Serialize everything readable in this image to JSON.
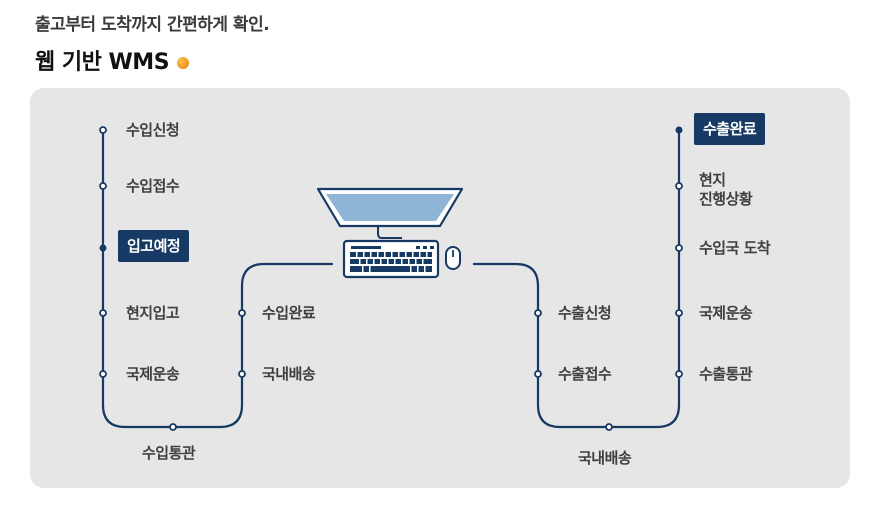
{
  "header": {
    "subtitle": "출고부터 도착까지 간편하게 확인.",
    "title": "웹 기반 WMS"
  },
  "import_flow": {
    "main_column": [
      "수입신청",
      "수입접수",
      "입고예정",
      "현지입고",
      "국제운송"
    ],
    "highlighted": "입고예정",
    "bottom": "수입통관",
    "second_column": [
      "수입완료",
      "국내배송"
    ]
  },
  "export_flow": {
    "left_column": [
      "수출신청",
      "수출접수"
    ],
    "bottom": "국내배송",
    "right_column": [
      "수출완료",
      "현지\n진행상황",
      "수입국 도착",
      "국제운송",
      "수출통관"
    ],
    "highlighted": "수출완료"
  },
  "colors": {
    "line": "#163a63",
    "highlight_box": "#163a63",
    "panel": "#e6e6e6",
    "accent_dot": "#f08a1c"
  },
  "icons": [
    "computer-monitor-icon",
    "keyboard-icon",
    "mouse-icon"
  ]
}
